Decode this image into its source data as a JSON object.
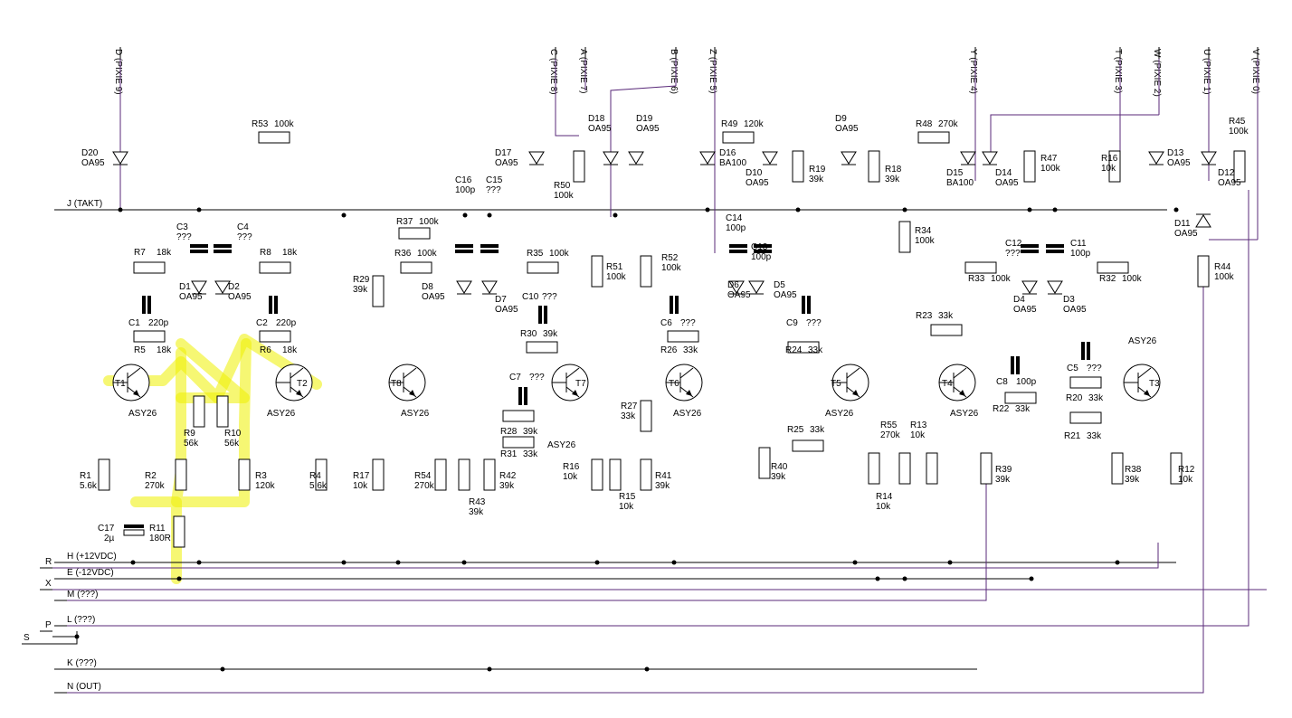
{
  "connectors_top": [
    {
      "id": "D",
      "label": "D (PIXIE 9)"
    },
    {
      "id": "C",
      "label": "C (PIXIE 8)"
    },
    {
      "id": "A",
      "label": "A (PIXIE 7)"
    },
    {
      "id": "B",
      "label": "B (PIXIE 6)"
    },
    {
      "id": "Z",
      "label": "Z (PIXIE 5)"
    },
    {
      "id": "Y",
      "label": "Y (PIXIE 4)"
    },
    {
      "id": "T",
      "label": "T (PIXIE 3)"
    },
    {
      "id": "W",
      "label": "W (PIXIE 2)"
    },
    {
      "id": "U",
      "label": "U (PIXIE 1)"
    },
    {
      "id": "V",
      "label": "V (PIXIE 0)"
    }
  ],
  "connectors_left": [
    {
      "id": "J",
      "label": "J (TAKT)"
    },
    {
      "id": "H",
      "label": "H (+12VDC)"
    },
    {
      "id": "R",
      "label": "R"
    },
    {
      "id": "E",
      "label": "E (-12VDC)"
    },
    {
      "id": "X",
      "label": "X"
    },
    {
      "id": "M",
      "label": "M (???)"
    },
    {
      "id": "L",
      "label": "L (???)"
    },
    {
      "id": "P",
      "label": "P"
    },
    {
      "id": "S",
      "label": "S"
    },
    {
      "id": "K",
      "label": "K (???)"
    },
    {
      "id": "N",
      "label": "N (OUT)"
    }
  ],
  "resistors": [
    {
      "ref": "R53",
      "val": "100k"
    },
    {
      "ref": "R7",
      "val": "18k"
    },
    {
      "ref": "R8",
      "val": "18k"
    },
    {
      "ref": "R5",
      "val": "18k"
    },
    {
      "ref": "R6",
      "val": "18k"
    },
    {
      "ref": "R9",
      "val": "56k"
    },
    {
      "ref": "R10",
      "val": "56k"
    },
    {
      "ref": "R1",
      "val": "5.6k"
    },
    {
      "ref": "R2",
      "val": "270k"
    },
    {
      "ref": "R3",
      "val": "120k"
    },
    {
      "ref": "R4",
      "val": "5.6k"
    },
    {
      "ref": "R11",
      "val": "180R"
    },
    {
      "ref": "R37",
      "val": "100k"
    },
    {
      "ref": "R36",
      "val": "100k"
    },
    {
      "ref": "R29",
      "val": "39k"
    },
    {
      "ref": "R35",
      "val": "100k"
    },
    {
      "ref": "R50",
      "val": "100k"
    },
    {
      "ref": "R51",
      "val": "100k"
    },
    {
      "ref": "R52",
      "val": "100k"
    },
    {
      "ref": "R30",
      "val": "39k"
    },
    {
      "ref": "R28",
      "val": "39k"
    },
    {
      "ref": "R31",
      "val": "33k"
    },
    {
      "ref": "R27",
      "val": "33k"
    },
    {
      "ref": "R26",
      "val": "33k"
    },
    {
      "ref": "R17",
      "val": "10k"
    },
    {
      "ref": "R54",
      "val": "270k"
    },
    {
      "ref": "R43",
      "val": "39k"
    },
    {
      "ref": "R42",
      "val": "39k"
    },
    {
      "ref": "R16",
      "val": "10k"
    },
    {
      "ref": "R15",
      "val": "10k"
    },
    {
      "ref": "R41",
      "val": "39k"
    },
    {
      "ref": "R49",
      "val": "120k"
    },
    {
      "ref": "R19",
      "val": "39k"
    },
    {
      "ref": "R18",
      "val": "39k"
    },
    {
      "ref": "R48",
      "val": "270k"
    },
    {
      "ref": "R47",
      "val": "100k"
    },
    {
      "ref": "R16",
      "val": "10k"
    },
    {
      "ref": "R45",
      "val": "100k"
    },
    {
      "ref": "R34",
      "val": "100k"
    },
    {
      "ref": "R33",
      "val": "100k"
    },
    {
      "ref": "R32",
      "val": "100k"
    },
    {
      "ref": "R44",
      "val": "100k"
    },
    {
      "ref": "R23",
      "val": "33k"
    },
    {
      "ref": "R24",
      "val": "33k"
    },
    {
      "ref": "R20",
      "val": "33k"
    },
    {
      "ref": "R22",
      "val": "33k"
    },
    {
      "ref": "R21",
      "val": "33k"
    },
    {
      "ref": "R25",
      "val": "33k"
    },
    {
      "ref": "R40",
      "val": "39k"
    },
    {
      "ref": "R55",
      "val": "270k"
    },
    {
      "ref": "R13",
      "val": "10k"
    },
    {
      "ref": "R14",
      "val": "10k"
    },
    {
      "ref": "R39",
      "val": "39k"
    },
    {
      "ref": "R38",
      "val": "39k"
    },
    {
      "ref": "R12",
      "val": "10k"
    }
  ],
  "capacitors": [
    {
      "ref": "C3",
      "val": "???"
    },
    {
      "ref": "C4",
      "val": "???"
    },
    {
      "ref": "C1",
      "val": "220p"
    },
    {
      "ref": "C2",
      "val": "220p"
    },
    {
      "ref": "C17",
      "val": "2µ"
    },
    {
      "ref": "C16",
      "val": "100p"
    },
    {
      "ref": "C15",
      "val": "???"
    },
    {
      "ref": "C10",
      "val": "???"
    },
    {
      "ref": "C7",
      "val": "???"
    },
    {
      "ref": "C6",
      "val": "???"
    },
    {
      "ref": "C14",
      "val": "100p"
    },
    {
      "ref": "C13",
      "val": "100p"
    },
    {
      "ref": "C9",
      "val": "???"
    },
    {
      "ref": "C12",
      "val": "???"
    },
    {
      "ref": "C11",
      "val": "100p"
    },
    {
      "ref": "C8",
      "val": "100p"
    },
    {
      "ref": "C5",
      "val": "???"
    }
  ],
  "diodes": [
    {
      "ref": "D20",
      "val": "OA95"
    },
    {
      "ref": "D1",
      "val": "OA95"
    },
    {
      "ref": "D2",
      "val": "OA95"
    },
    {
      "ref": "D17",
      "val": "OA95"
    },
    {
      "ref": "D18",
      "val": "OA95"
    },
    {
      "ref": "D19",
      "val": "OA95"
    },
    {
      "ref": "D8",
      "val": "OA95"
    },
    {
      "ref": "D7",
      "val": "OA95"
    },
    {
      "ref": "D16",
      "val": "BA100"
    },
    {
      "ref": "D10",
      "val": "OA95"
    },
    {
      "ref": "D9",
      "val": "OA95"
    },
    {
      "ref": "D6",
      "val": "OA95"
    },
    {
      "ref": "D5",
      "val": "OA95"
    },
    {
      "ref": "D15",
      "val": "BA100"
    },
    {
      "ref": "D14",
      "val": "OA95"
    },
    {
      "ref": "D13",
      "val": "OA95"
    },
    {
      "ref": "D12",
      "val": "OA95"
    },
    {
      "ref": "D11",
      "val": "OA95"
    },
    {
      "ref": "D4",
      "val": "OA95"
    },
    {
      "ref": "D3",
      "val": "OA95"
    }
  ],
  "transistors": [
    {
      "ref": "T1",
      "val": "ASY26"
    },
    {
      "ref": "T2",
      "val": "ASY26"
    },
    {
      "ref": "T8",
      "val": "ASY26"
    },
    {
      "ref": "T7",
      "val": "ASY26"
    },
    {
      "ref": "T6",
      "val": "ASY26"
    },
    {
      "ref": "T5",
      "val": "ASY26"
    },
    {
      "ref": "T4",
      "val": "ASY26"
    },
    {
      "ref": "T3",
      "val": "ASY26"
    }
  ],
  "colors": {
    "wire": "#000000",
    "net": "#5a2a7a",
    "highlight": "#eef000"
  }
}
